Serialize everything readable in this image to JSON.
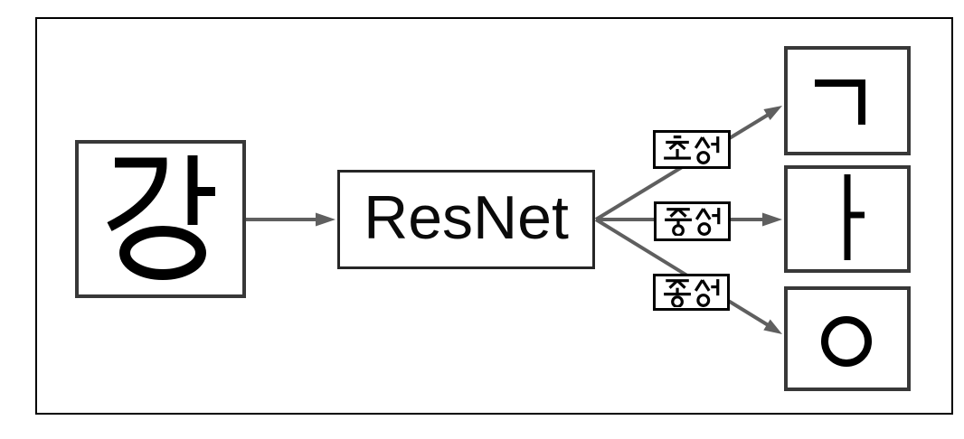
{
  "diagram": {
    "input": {
      "char": "강"
    },
    "model": {
      "label": "ResNet"
    },
    "branches": [
      {
        "label": "초성",
        "output_char": "ㄱ"
      },
      {
        "label": "중성",
        "output_char": "ㅏ"
      },
      {
        "label": "종성",
        "output_char": "ㅇ"
      }
    ],
    "colors": {
      "connector": "#5f5f5f",
      "inner_box_border": "#383838",
      "frame_border": "#000000",
      "label_box_border": "#000000",
      "glyph": "#000000",
      "background": "#ffffff"
    }
  }
}
